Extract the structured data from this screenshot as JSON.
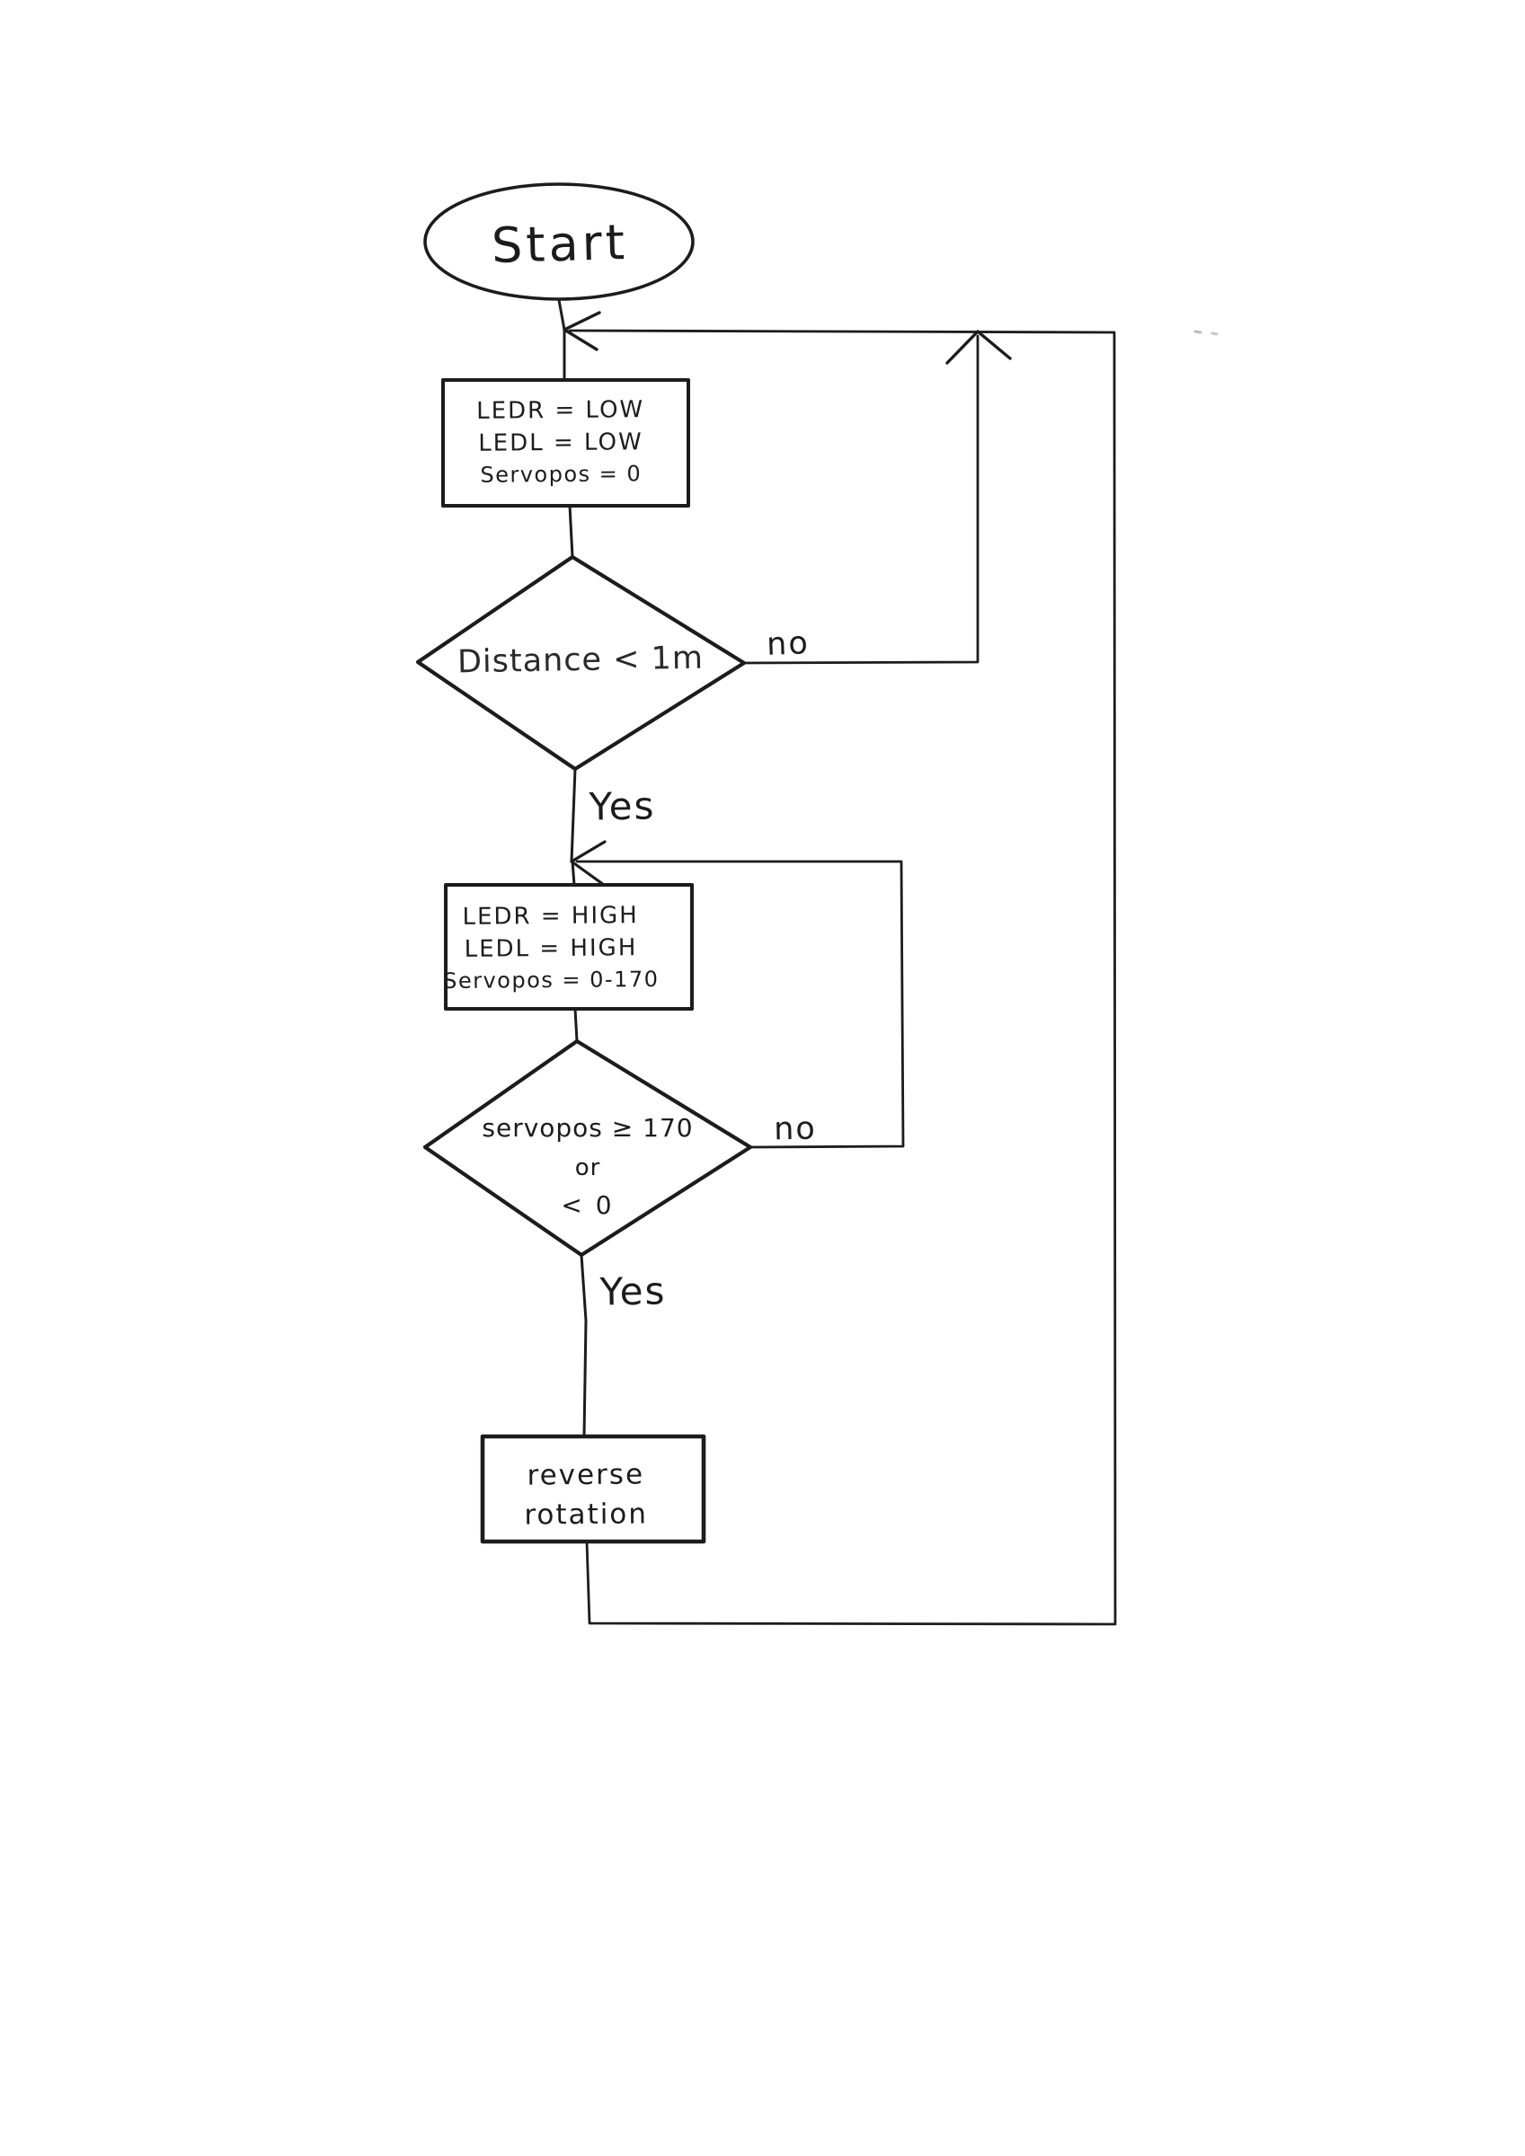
{
  "page": {
    "paper_color": "#ffffff",
    "ink_color": "#1c1c1c"
  },
  "flowchart": {
    "start": {
      "label": "Start"
    },
    "process1": {
      "lines": [
        "LEDR = LOW",
        "LEDL = LOW",
        "Servopos = 0"
      ]
    },
    "decision1": {
      "condition": "Distance < 1m",
      "no_label": "no",
      "yes_label": "Yes"
    },
    "process2": {
      "lines": [
        "LEDR = HIGH",
        "LEDL = HIGH",
        "Servopos = 0-170"
      ]
    },
    "decision2": {
      "condition_lines": [
        "servopos ≥ 170",
        "or",
        "< 0"
      ],
      "no_label": "no",
      "yes_label": "Yes"
    },
    "process3": {
      "lines": [
        "reverse",
        "rotation"
      ]
    }
  }
}
